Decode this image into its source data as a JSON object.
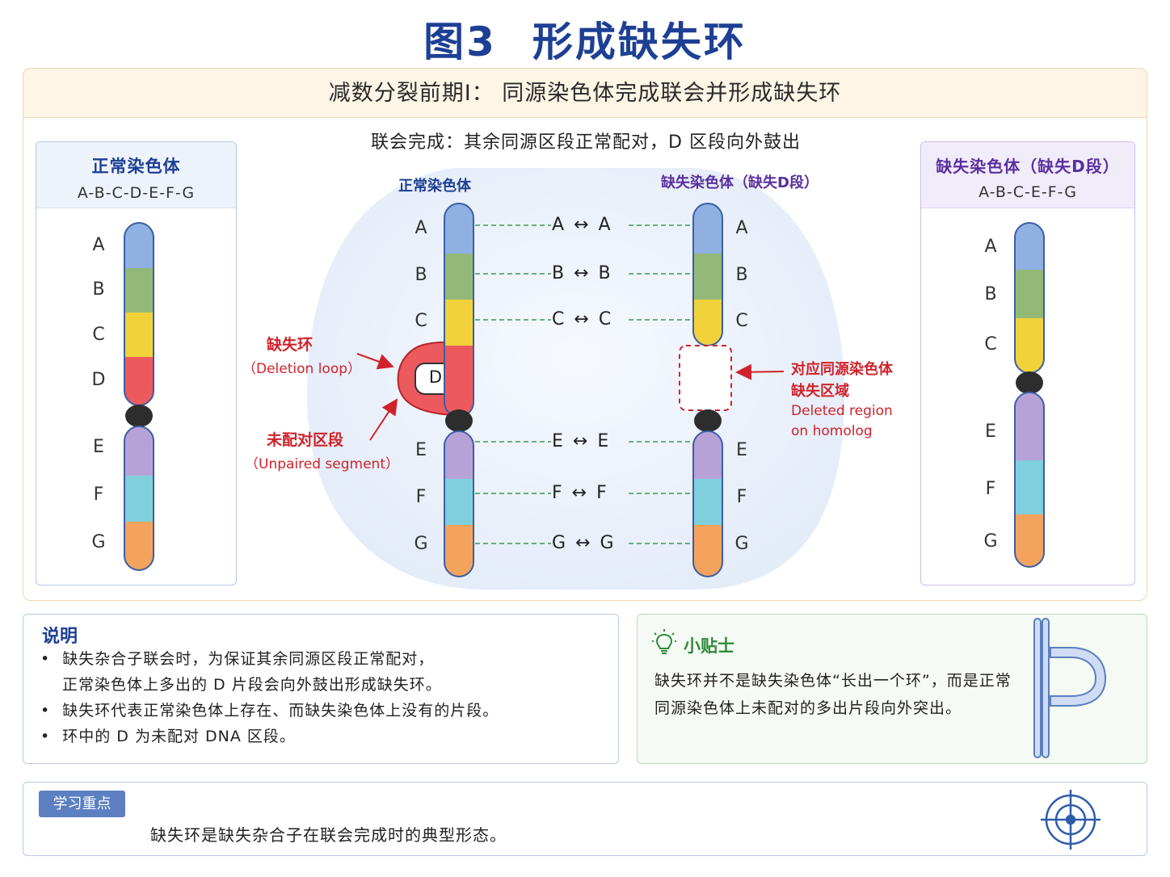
{
  "title": {
    "fig_no": "图3",
    "text": "形成缺失环"
  },
  "stage_banner": "减数分裂前期Ⅰ： 同源染色体完成联会并形成缺失环",
  "left_panel": {
    "title": "正常染色体",
    "sequence": "A-B-C-D-E-F-G",
    "segments": [
      "A",
      "B",
      "C",
      "D",
      "E",
      "F",
      "G"
    ]
  },
  "right_panel": {
    "title": "缺失染色体（缺失D段）",
    "sequence": "A-B-C-E-F-G",
    "segments": [
      "A",
      "B",
      "C",
      "E",
      "F",
      "G"
    ]
  },
  "center": {
    "caption": "联会完成：其余同源区段正常配对，D 区段向外鼓出",
    "normal_label": "正常染色体",
    "deletion_label": "缺失染色体（缺失D段）",
    "loop_segment": "D",
    "pairs": [
      {
        "letter": "A",
        "arrow": "↔"
      },
      {
        "letter": "B",
        "arrow": "↔"
      },
      {
        "letter": "C",
        "arrow": "↔"
      },
      {
        "letter": "E",
        "arrow": "↔"
      },
      {
        "letter": "F",
        "arrow": "↔"
      },
      {
        "letter": "G",
        "arrow": "↔"
      }
    ],
    "annotations": {
      "loop_cn": "缺失环",
      "loop_en": "（Deletion loop）",
      "unpaired_cn": "未配对区段",
      "unpaired_en": "（Unpaired segment）",
      "deleted_cn_1": "对应同源染色体",
      "deleted_cn_2": "缺失区域",
      "deleted_en_1": "Deleted region",
      "deleted_en_2": "on homolog"
    }
  },
  "notes": {
    "title": "说明",
    "items": [
      {
        "line1": "缺失杂合子联会时，为保证其余同源区段正常配对，",
        "line2": "正常染色体上多出的 D 片段会向外鼓出形成缺失环。"
      },
      {
        "line1": "缺失环代表正常染色体上存在、而缺失染色体上没有的片段。",
        "line2": ""
      },
      {
        "line1": "环中的 D 为未配对 DNA 区段。",
        "line2": ""
      }
    ]
  },
  "tips": {
    "title": "小贴士",
    "text": "缺失环并不是缺失染色体“长出一个环”，而是正常同源染色体上未配对的多出片段向外突出。"
  },
  "key_point": {
    "badge": "学习重点",
    "text": "缺失环是缺失杂合子在联会完成时的典型形态。"
  },
  "colors": {
    "A": "#8fb0e0",
    "B": "#93b978",
    "C": "#f2d23b",
    "D": "#ec5a5e",
    "E": "#b7a2d8",
    "F": "#80cfdc",
    "G": "#f3a35e",
    "centromere": "#2d2d2d",
    "accent_blue": "#1d3f94",
    "accent_red": "#d0222a",
    "accent_purple": "#5a2f9e",
    "accent_green": "#2f8a3a"
  },
  "icons": [
    "lightbulb-icon",
    "target-icon",
    "synapsis-sketch-icon"
  ]
}
